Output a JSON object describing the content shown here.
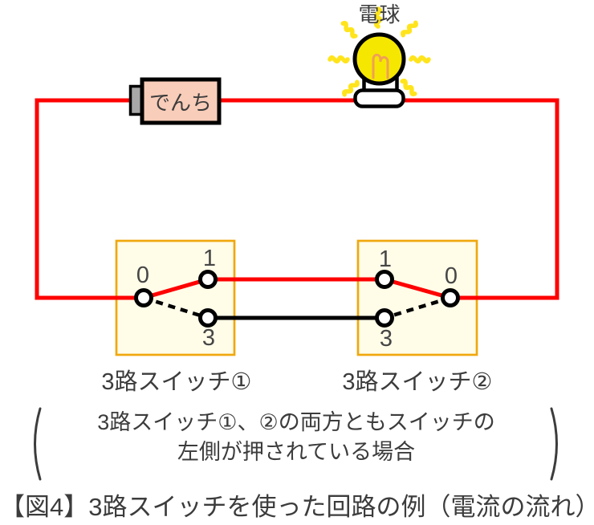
{
  "bulb": {
    "label": "電球"
  },
  "battery": {
    "label": "でんち"
  },
  "switch1": {
    "label": "3路スイッチ①",
    "t0": "0",
    "t1": "1",
    "t3": "3"
  },
  "switch2": {
    "label": "3路スイッチ②",
    "t0": "0",
    "t1": "1",
    "t3": "3"
  },
  "note": {
    "line1": "3路スイッチ①、②の両方ともスイッチの",
    "line2": "左側が押されている場合"
  },
  "caption": "【図4】3路スイッチを使った回路の例（電流の流れ）",
  "colors": {
    "wire_red": "#fe0000",
    "wire_black": "#000000",
    "box_fill": "#fffce8",
    "box_border": "#efa80d",
    "battery_fill": "#f8cdb9",
    "battery_nub": "#a8a8a8",
    "bulb_yellow": "#f6e700",
    "ray_yellow": "#ffe41c",
    "filament": "#f0a055",
    "text": "#3c3c3c",
    "digit": "#464646"
  }
}
